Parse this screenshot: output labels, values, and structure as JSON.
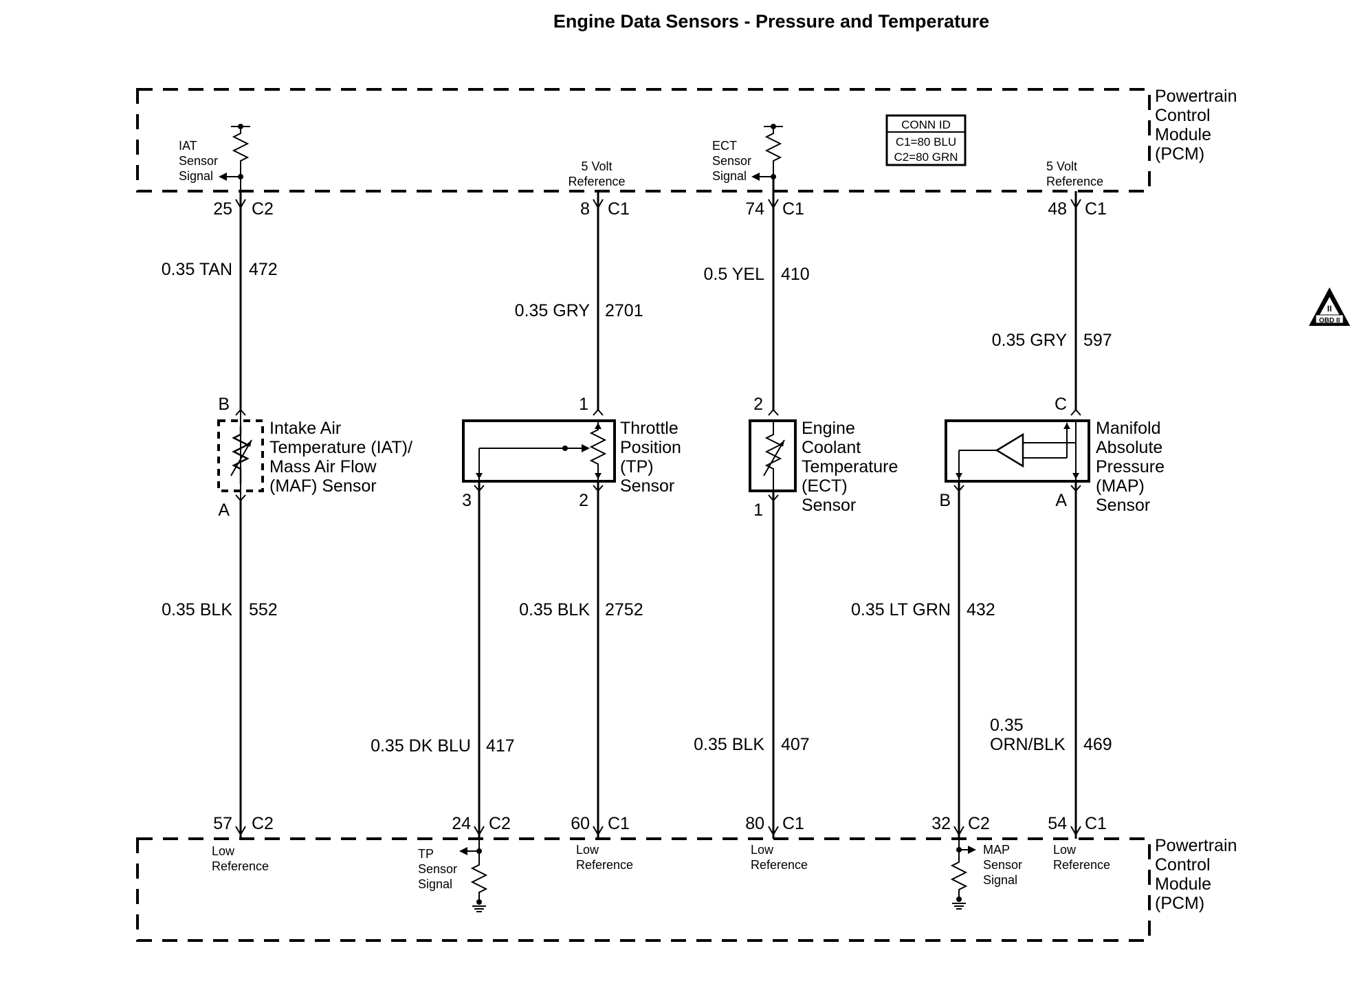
{
  "title": "Engine Data Sensors - Pressure and Temperature",
  "pcm": {
    "line1": "Powertrain",
    "line2": "Control",
    "line3": "Module",
    "line4": "(PCM)"
  },
  "conn_id": {
    "header": "CONN ID",
    "c1": "C1=80 BLU",
    "c2": "C2=80 GRN"
  },
  "badge": {
    "top": "II",
    "bottom": "OBD II"
  },
  "pcm_top_labels": {
    "iat_signal": [
      "IAT",
      "Sensor",
      "Signal"
    ],
    "ect_signal": [
      "ECT",
      "Sensor",
      "Signal"
    ],
    "five_volt_ref": [
      "5 Volt",
      "Reference"
    ]
  },
  "pcm_bottom_labels": {
    "low_ref": [
      "Low",
      "Reference"
    ],
    "tp_signal": [
      "TP",
      "Sensor",
      "Signal"
    ],
    "map_signal": [
      "MAP",
      "Sensor",
      "Signal"
    ]
  },
  "circuits": {
    "iat_sig": {
      "pin": "25",
      "conn": "C2",
      "wire": "0.35 TAN",
      "circuit": "472"
    },
    "iat_low": {
      "pin": "57",
      "conn": "C2",
      "wire": "0.35 BLK",
      "circuit": "552"
    },
    "tp_ref": {
      "pin": "8",
      "conn": "C1",
      "wire": "0.35 GRY",
      "circuit": "2701"
    },
    "tp_sig": {
      "pin": "24",
      "conn": "C2",
      "wire": "0.35 DK BLU",
      "circuit": "417"
    },
    "tp_low": {
      "pin": "60",
      "conn": "C1",
      "wire": "0.35 BLK",
      "circuit": "2752"
    },
    "ect_sig": {
      "pin": "74",
      "conn": "C1",
      "wire": "0.5 YEL",
      "circuit": "410"
    },
    "ect_low": {
      "pin": "80",
      "conn": "C1",
      "wire": "0.35 BLK",
      "circuit": "407"
    },
    "map_ref": {
      "pin": "48",
      "conn": "C1",
      "wire": "0.35 GRY",
      "circuit": "597"
    },
    "map_sig": {
      "pin": "32",
      "conn": "C2",
      "wire": "0.35 LT GRN",
      "circuit": "432"
    },
    "map_low": {
      "pin": "54",
      "conn": "C1",
      "wire_line1": "0.35",
      "wire_line2": "ORN/BLK",
      "circuit": "469"
    }
  },
  "sensors": {
    "iat": {
      "pin_top": "B",
      "pin_bottom": "A",
      "name": [
        "Intake Air",
        "Temperature (IAT)/",
        "Mass Air Flow",
        "(MAF) Sensor"
      ]
    },
    "tp": {
      "pin_top": "1",
      "pin_left": "3",
      "pin_right": "2",
      "name": [
        "Throttle",
        "Position",
        "(TP)",
        "Sensor"
      ]
    },
    "ect": {
      "pin_top": "2",
      "pin_bottom": "1",
      "name": [
        "Engine",
        "Coolant",
        "Temperature",
        "(ECT)",
        "Sensor"
      ]
    },
    "map": {
      "pin_top": "C",
      "pin_left": "B",
      "pin_right": "A",
      "name": [
        "Manifold",
        "Absolute",
        "Pressure",
        "(MAP)",
        "Sensor"
      ]
    }
  }
}
